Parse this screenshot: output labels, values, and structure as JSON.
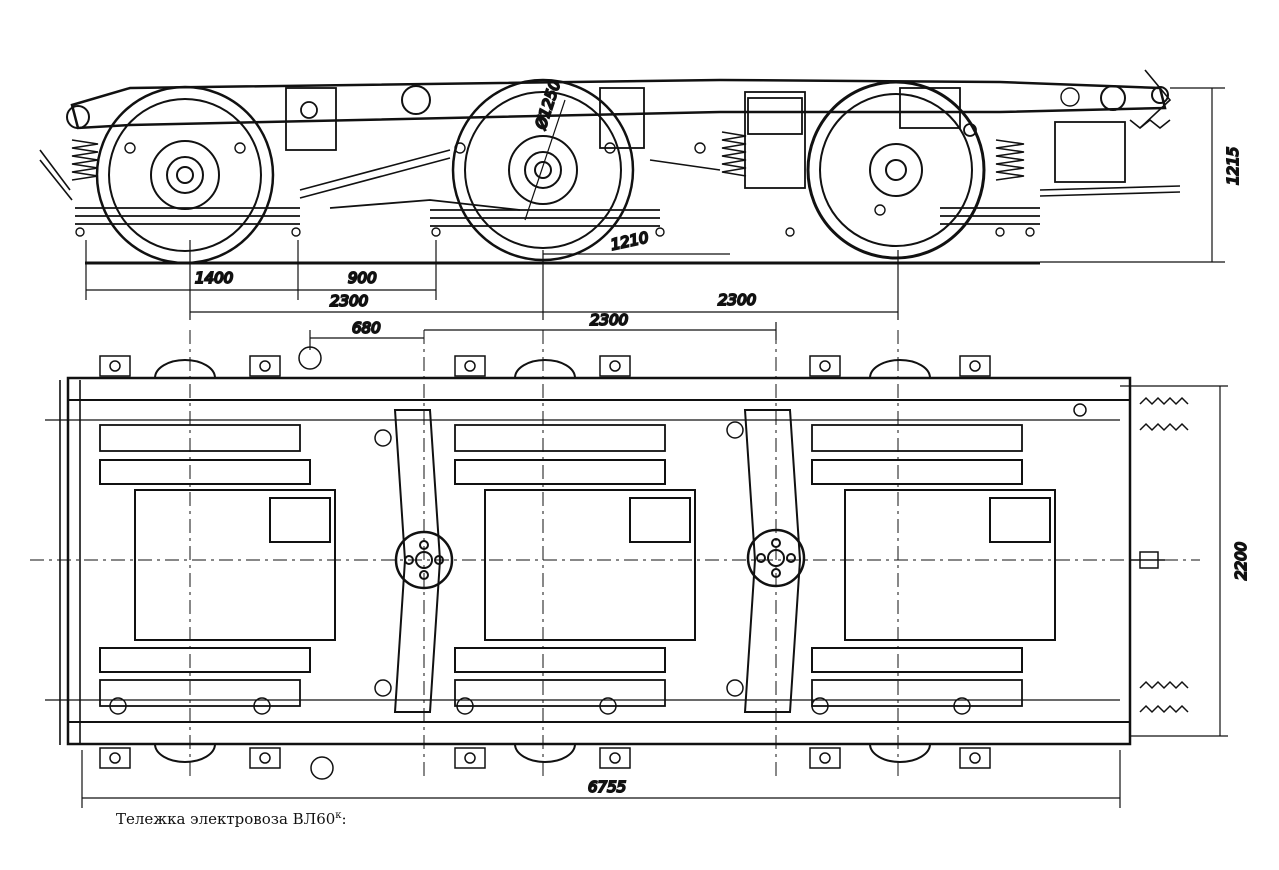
{
  "caption": {
    "text": "Тележка электровоза ВЛ60",
    "superscript": "к",
    "suffix": ":"
  },
  "dimensions": {
    "side_view": {
      "d1400": "1400",
      "d900": "900",
      "d2300_left": "2300",
      "d2300_right": "2300",
      "d1210": "1210",
      "wheel_diameter": "Ø1250",
      "height_1215": "1215"
    },
    "plan_view": {
      "d680": "680",
      "d2300_top": "2300",
      "d2200": "2200",
      "d6755": "6755"
    }
  }
}
